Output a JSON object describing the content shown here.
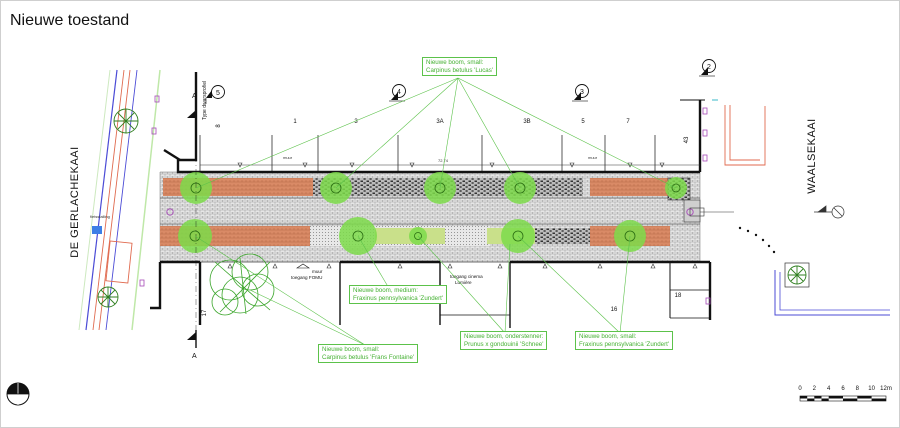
{
  "title": "Nieuwe toestand",
  "streets": {
    "left": "DE GERLACHEKAAI",
    "right": "WAALSEKAAI"
  },
  "section_markers": [
    "5",
    "4",
    "3",
    "2"
  ],
  "section_cut_label": "A",
  "profile_label": "Type dwarsprofiel",
  "plot_numbers": [
    "8",
    "1",
    "3",
    "3A",
    "3B",
    "5",
    "7",
    "43",
    "16",
    "18",
    "17"
  ],
  "small_labels": {
    "wall": "muur",
    "length": "72,74",
    "bike": "fietsstalling",
    "entrance_fomu": "toegang FOMU",
    "entrance_cinema_1": "toegang cinema",
    "entrance_cinema_2": "Lumière"
  },
  "tree_labels": {
    "lucas_1": "Nieuwe boom, small:",
    "lucas_2": "Carpinus betulus 'Lucas'",
    "fontaine_1": "Nieuwe boom, small:",
    "fontaine_2": "Carpinus betulus 'Frans Fontaine'",
    "zundert_m_1": "Nieuwe boom, medium:",
    "zundert_m_2": "Fraxinus pennsylvanica 'Zundert'",
    "prunus_1": "Nieuwe boom, onderstenner:",
    "prunus_2": "Prunus x gondouinii 'Schnee'",
    "zundert_s_1": "Nieuwe boom, small:",
    "zundert_s_2": "Fraxinus pennsylvanica 'Zundert'"
  },
  "scale": {
    "ticks": [
      "0",
      "2",
      "4",
      "6",
      "8",
      "10",
      "12m"
    ]
  },
  "colors": {
    "green_label": "#44b032",
    "tree_fill": "#7ddb4a",
    "tree_dark": "#4aa22b",
    "brick": "#d9825f",
    "paving": "#d8d8d8",
    "facade": "#111111",
    "purple": "#a64ab8",
    "cyan": "#39b8c9",
    "red_outline": "#e06a4f"
  },
  "icons": [
    "north-arrow-icon",
    "section-marker-icon",
    "tree-symbol-icon",
    "scale-bar-icon"
  ]
}
